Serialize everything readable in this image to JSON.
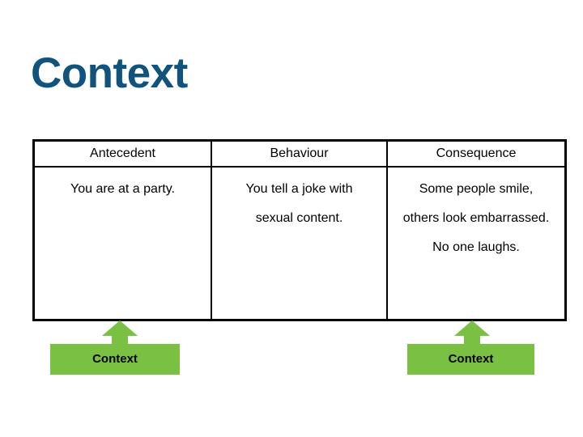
{
  "slide": {
    "title": "Context",
    "title_color": "#10537d",
    "background": "#ffffff"
  },
  "table": {
    "border_color": "#000000",
    "headers": [
      "Antecedent",
      "Behaviour",
      "Consequence"
    ],
    "rows": [
      {
        "antecedent": [
          "You are at a party."
        ],
        "behaviour": [
          "You tell a joke with",
          "sexual content."
        ],
        "consequence": [
          "Some people smile,",
          "others look embarrassed.",
          "No one laughs."
        ]
      }
    ]
  },
  "callouts": {
    "fill_color": "#7ac143",
    "text_color": "#000000",
    "left": {
      "label": "Context",
      "arrow": "up-arrow-icon"
    },
    "right": {
      "label": "Context",
      "arrow": "up-arrow-icon"
    }
  }
}
